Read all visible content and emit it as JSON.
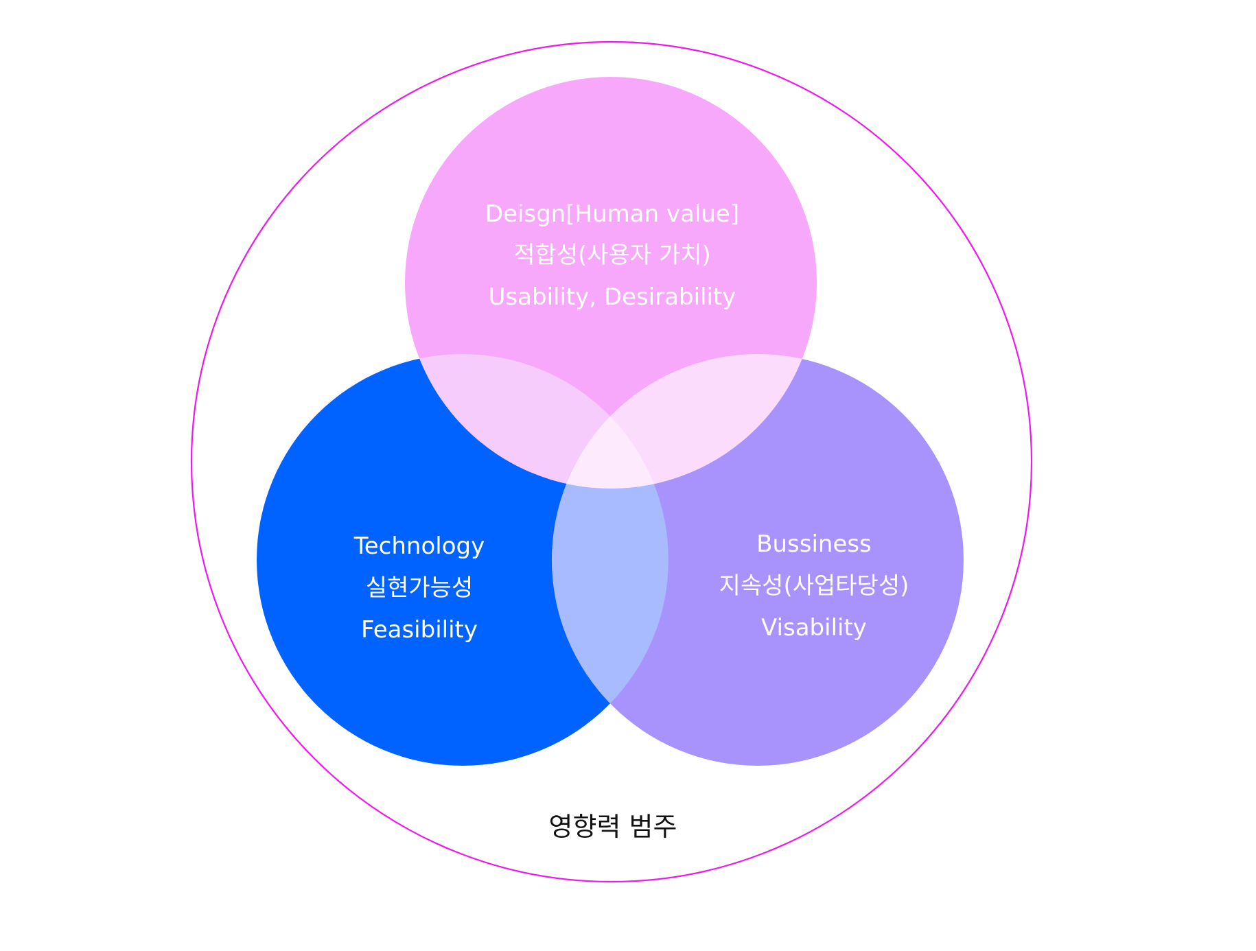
{
  "diagram": {
    "outer_circle": {
      "label": "영향력 범주",
      "stroke_color": "#ef17ee"
    },
    "design": {
      "line1": "Deisgn[Human value]",
      "line2": "적합성(사용자 가치)",
      "line3": "Usability, Desirability",
      "color": "#f7a8fb"
    },
    "technology": {
      "line1": "Technology",
      "line2": "실현가능성",
      "line3": "Feasibility",
      "color": "#0062ff"
    },
    "business": {
      "line1": "Bussiness",
      "line2": "지속성(사업타당성)",
      "line3": "Visability",
      "color": "#a893fd"
    },
    "overlaps": {
      "design_technology_color": "#f6ccfd",
      "design_business_color": "#fbdcfd",
      "technology_business_color": "#a7bbfe",
      "center_color": "#fdeafd"
    }
  }
}
